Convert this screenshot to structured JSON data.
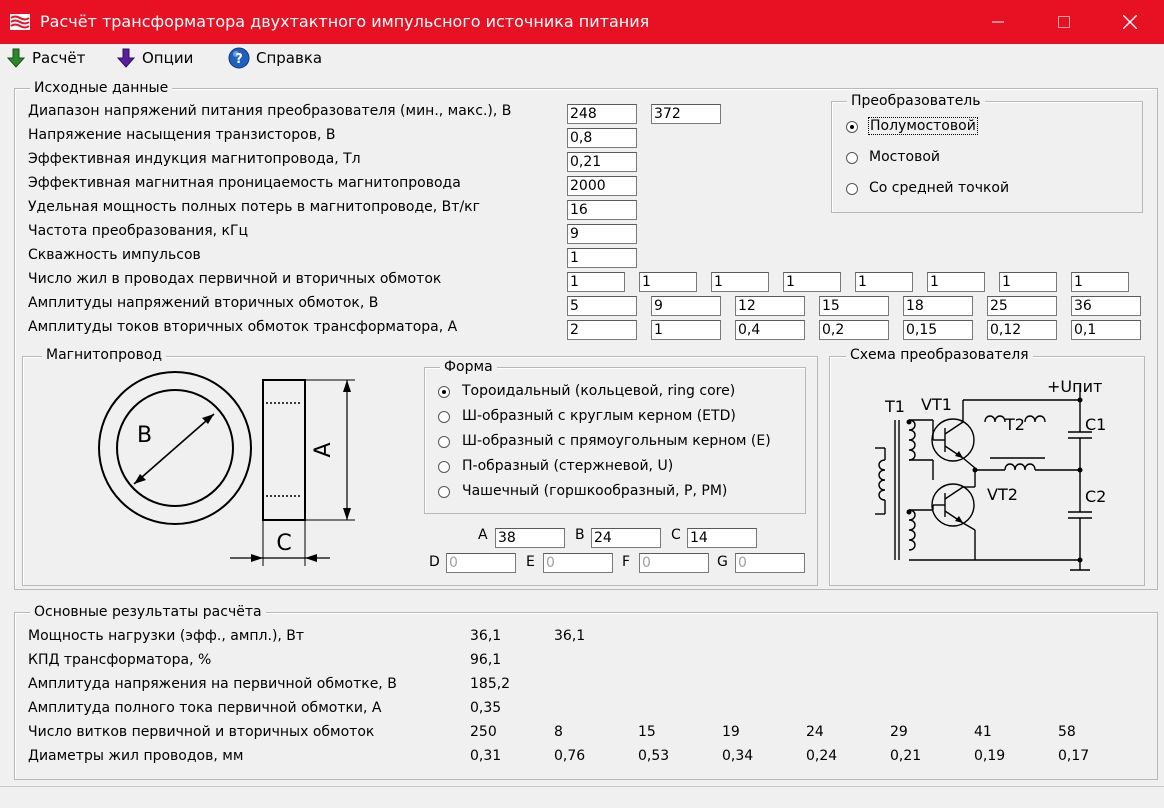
{
  "window": {
    "title": "Расчёт трансформатора двухтактного импульсного источника питания"
  },
  "menu": {
    "calc": "Расчёт",
    "options": "Опции",
    "help": "Справка"
  },
  "input": {
    "title": "Исходные данные",
    "rows": [
      {
        "label": "Диапазон напряжений питания преобразователя (мин., макс.), В",
        "values": [
          "248",
          "372"
        ]
      },
      {
        "label": "Напряжение насыщения транзисторов, В",
        "values": [
          "0,8"
        ]
      },
      {
        "label": "Эффективная индукция магнитопровода, Тл",
        "values": [
          "0,21"
        ]
      },
      {
        "label": "Эффективная магнитная проницаемость магнитопровода",
        "values": [
          "2000"
        ]
      },
      {
        "label": "Удельная мощность полных потерь в магнитопроводе, Вт/кг",
        "values": [
          "16"
        ]
      },
      {
        "label": "Частота преобразования, кГц",
        "values": [
          "9"
        ]
      },
      {
        "label": "Скважность импульсов",
        "values": [
          "1"
        ]
      },
      {
        "label": "Число жил в проводах первичной и вторичных обмоток",
        "values": [
          "1",
          "1",
          "1",
          "1",
          "1",
          "1",
          "1",
          "1"
        ]
      },
      {
        "label": "Амплитуды напряжений вторичных обмоток, В",
        "values": [
          "5",
          "9",
          "12",
          "15",
          "18",
          "25",
          "36"
        ]
      },
      {
        "label": "Амплитуды токов вторичных обмоток трансформатора, А",
        "values": [
          "2",
          "1",
          "0,4",
          "0,2",
          "0,15",
          "0,12",
          "0,1"
        ]
      }
    ]
  },
  "converter": {
    "title": "Преобразователь",
    "options": [
      "Полумостовой",
      "Мостовой",
      "Со средней точкой"
    ],
    "selected": 0
  },
  "core": {
    "title": "Магнитопровод",
    "diagram": {
      "b": "B",
      "a": "A",
      "c": "C"
    },
    "shape": {
      "title": "Форма",
      "options": [
        "Тороидальный (кольцевой, ring core)",
        "Ш-образный с круглым керном (ETD)",
        "Ш-образный с прямоугольным керном (E)",
        "П-образный (стержневой, U)",
        "Чашечный (горшкообразный, P, PM)"
      ],
      "selected": 0
    },
    "dims": [
      {
        "name": "A",
        "value": "38",
        "enabled": true
      },
      {
        "name": "B",
        "value": "24",
        "enabled": true
      },
      {
        "name": "C",
        "value": "14",
        "enabled": true
      },
      {
        "name": "D",
        "value": "0",
        "enabled": false
      },
      {
        "name": "E",
        "value": "0",
        "enabled": false
      },
      {
        "name": "F",
        "value": "0",
        "enabled": false
      },
      {
        "name": "G",
        "value": "0",
        "enabled": false
      }
    ]
  },
  "schematic": {
    "title": "Схема преобразователя",
    "labels": {
      "t1": "T1",
      "vt1": "VT1",
      "t2": "T2",
      "vt2": "VT2",
      "c1": "C1",
      "c2": "C2",
      "upit": "+Uпит"
    }
  },
  "results": {
    "title": "Основные результаты расчёта",
    "rows": [
      {
        "label": "Мощность нагрузки (эфф., ампл.), Вт",
        "values": [
          "36,1",
          "36,1"
        ]
      },
      {
        "label": "КПД трансформатора, %",
        "values": [
          "96,1"
        ]
      },
      {
        "label": "Амплитуда напряжения на первичной обмотке, В",
        "values": [
          "185,2"
        ]
      },
      {
        "label": "Амплитуда полного тока первичной обмотки, А",
        "values": [
          "0,35"
        ]
      },
      {
        "label": "Число витков первичной и вторичных обмоток",
        "values": [
          "250",
          "8",
          "15",
          "19",
          "24",
          "29",
          "41",
          "58"
        ]
      },
      {
        "label": "Диаметры жил проводов, мм",
        "values": [
          "0,31",
          "0,76",
          "0,53",
          "0,34",
          "0,24",
          "0,21",
          "0,19",
          "0,17"
        ]
      }
    ]
  },
  "colors": {
    "titlebar": "#e81123",
    "menu_icon_down": "#2a8a2a",
    "menu_icon_options": "#5a1fa0",
    "help_icon": "#1f5fbf"
  }
}
